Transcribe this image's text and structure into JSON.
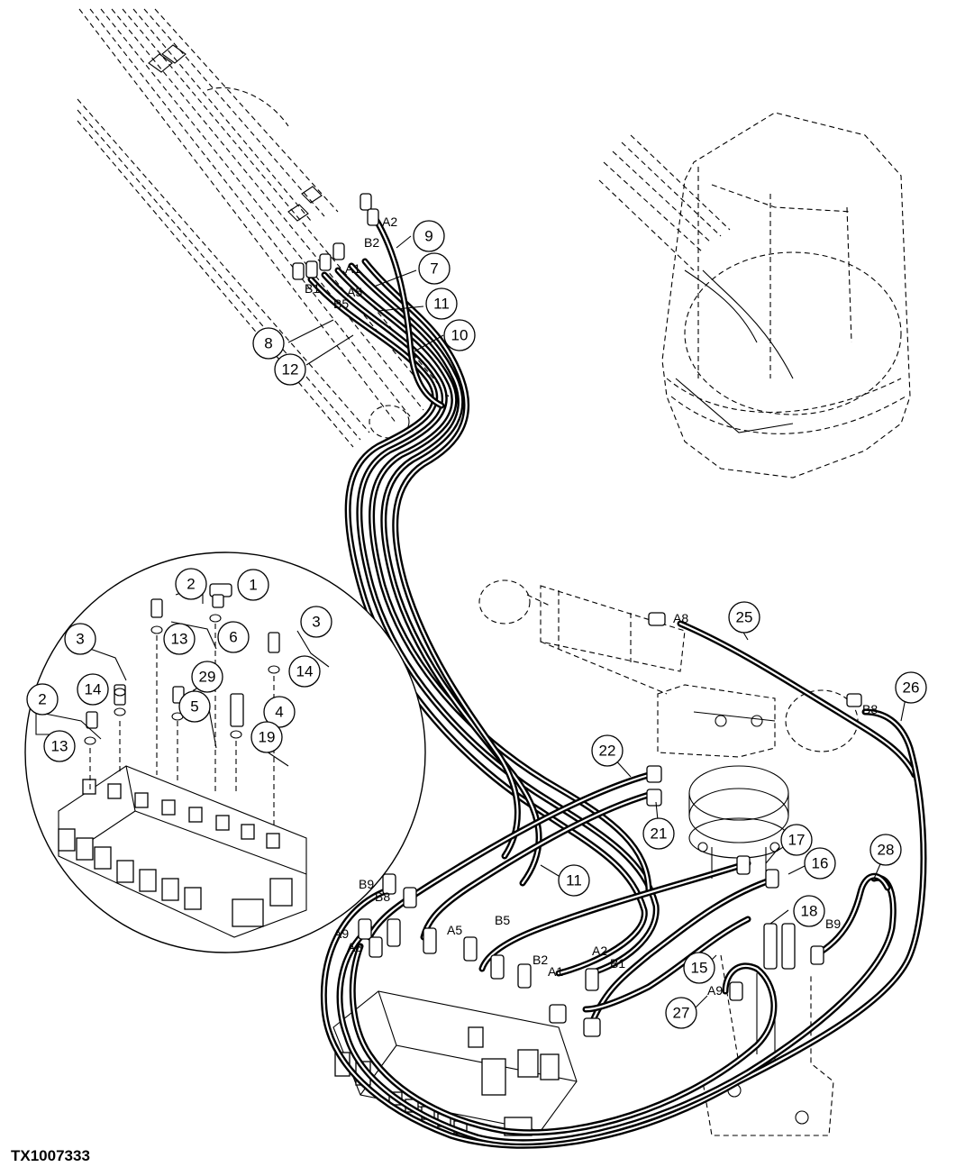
{
  "figure_id": "TX1007333",
  "callouts": [
    "1",
    "2",
    "3",
    "4",
    "5",
    "6",
    "7",
    "8",
    "9",
    "10",
    "11",
    "12",
    "13",
    "14",
    "15",
    "16",
    "17",
    "18",
    "19",
    "21",
    "22",
    "25",
    "26",
    "27",
    "28",
    "29"
  ],
  "ports": [
    "A1",
    "A2",
    "A5",
    "A8",
    "A9",
    "B1",
    "B2",
    "B5",
    "B8",
    "B9"
  ]
}
